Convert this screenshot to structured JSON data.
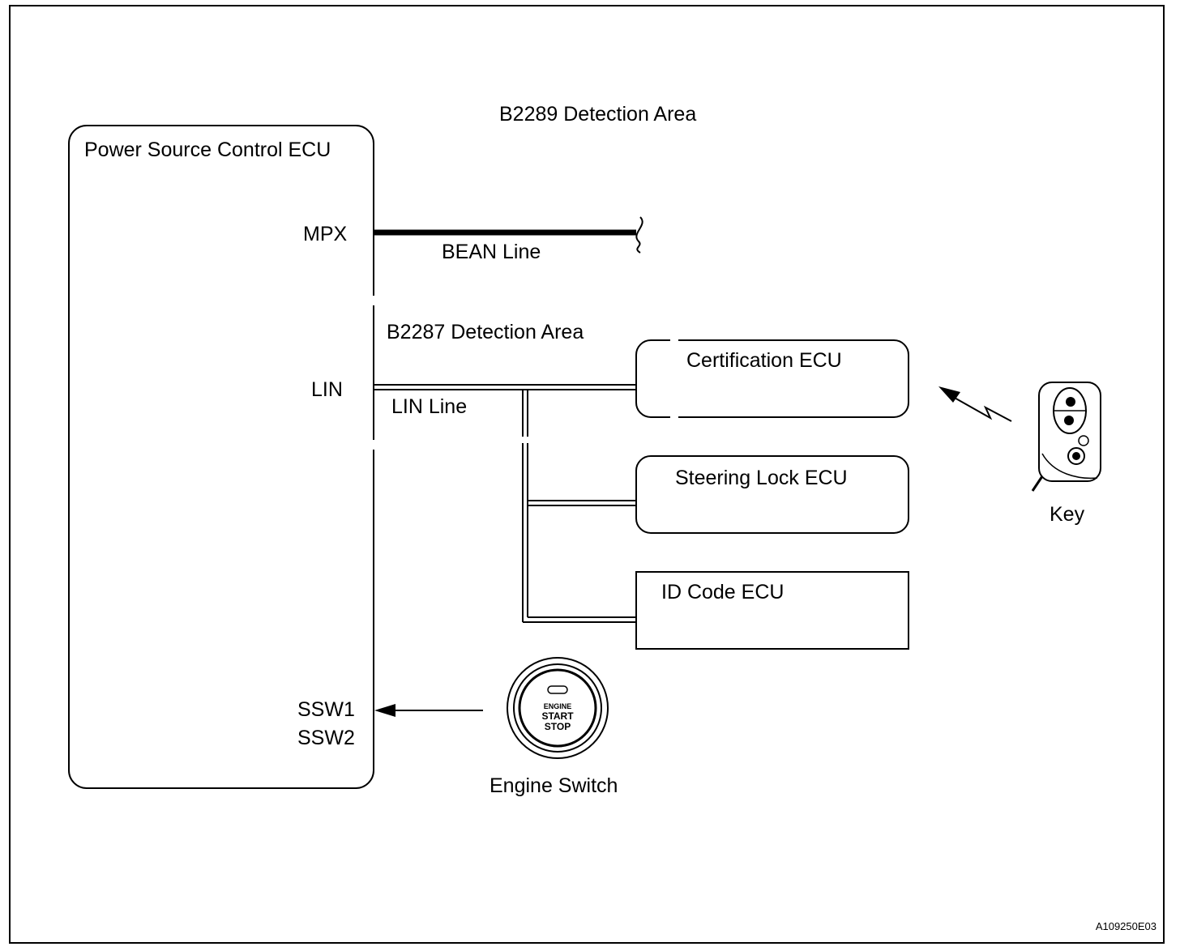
{
  "labels": {
    "b2289_area": "B2289 Detection Area",
    "b2287_area": "B2287 Detection Area",
    "bean_line": "BEAN Line",
    "lin_line": "LIN Line",
    "engine_switch": "Engine Switch",
    "key": "Key",
    "figure_code": "A109250E03"
  },
  "power_source_ecu": {
    "title": "Power Source Control ECU",
    "pins": {
      "mpx": "MPX",
      "lin": "LIN",
      "ssw1": "SSW1",
      "ssw2": "SSW2"
    }
  },
  "ecus": {
    "certification": "Certification ECU",
    "steering_lock": "Steering Lock ECU",
    "id_code": "ID Code ECU"
  },
  "engine_switch_button": {
    "line1": "ENGINE",
    "line2": "START",
    "line3": "STOP"
  }
}
